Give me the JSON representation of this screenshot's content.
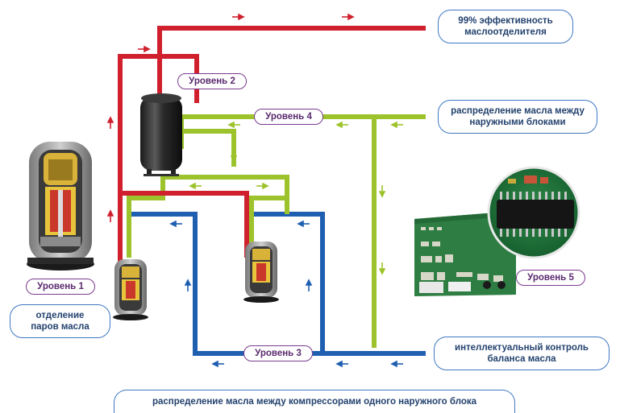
{
  "levels": {
    "l1": "Уровень 1",
    "l2": "Уровень 2",
    "l3": "Уровень 3",
    "l4": "Уровень 4",
    "l5": "Уровень 5"
  },
  "notes": {
    "efficiency": "99% эффективность\nмаслоотделителя",
    "outdoor_distribution": "распределение масла между\nнаружными блоками",
    "vapor_separation": "отделение\nпаров масла",
    "smart_control": "интеллектуальный контроль\nбаланса масла",
    "compressor_distribution": "распределение масла между компрессорами одного наружного блока"
  },
  "colors": {
    "red_line": "#d0202e",
    "green_line": "#9cc32b",
    "blue_line": "#1f5fb0",
    "label_border": "#7a3a8e",
    "note_border": "#3f78c2"
  },
  "icons": {
    "compressor": "compressor-cutaway-icon",
    "separator": "oil-separator-tank-icon",
    "board": "control-board-icon"
  }
}
